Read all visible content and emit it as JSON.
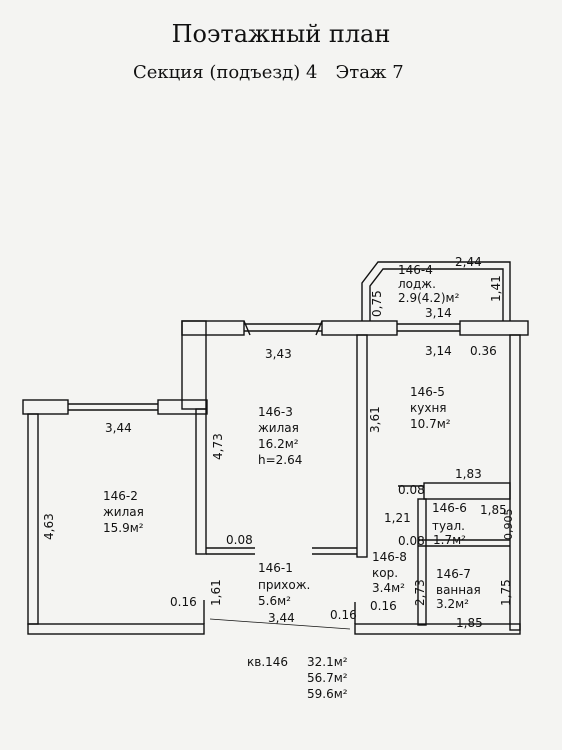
{
  "header": {
    "title": "Поэтажный план",
    "section": "Секция (подъезд) 4",
    "floor": "Этаж 7"
  },
  "rooms": {
    "r2": {
      "code": "146-2",
      "type": "жилая",
      "area": "15.9м²"
    },
    "r3": {
      "code": "146-3",
      "type": "жилая",
      "area": "16.2м²",
      "height": "h=2.64"
    },
    "r4": {
      "code": "146-4",
      "type": "лодж.",
      "area": "2.9(4.2)м²"
    },
    "r5": {
      "code": "146-5",
      "type": "кухня",
      "area": "10.7м²"
    },
    "r6": {
      "code": "146-6",
      "type": "туал.",
      "area": "1.7м²"
    },
    "r7": {
      "code": "146-7",
      "type": "ванная",
      "area": "3.2м²"
    },
    "r8": {
      "code": "146-8",
      "type": "кор.",
      "area": "3.4м²"
    },
    "r1": {
      "code": "146-1",
      "type": "прихож.",
      "area": "5.6м²"
    }
  },
  "dimensions": {
    "d344_top": "3,44",
    "d463": "4,63",
    "d343": "3,43",
    "d473": "4,73",
    "d361": "3,61",
    "d244": "2,44",
    "d141": "1,41",
    "d075": "0,75",
    "d314_a": "3,14",
    "d314_b": "3,14",
    "d036": "0.36",
    "d183": "1,83",
    "d008_a": "0.08",
    "d185_a": "1,85",
    "d121": "1,21",
    "d0905": "0,905",
    "d008_b": "0.08",
    "d008_c": "0.08",
    "d161": "1,61",
    "d016_a": "0.16",
    "d344_bot": "3,44",
    "d016_b": "0.16",
    "d016_c": "0.16",
    "d273": "2,73",
    "d175": "1,75",
    "d185_b": "1,85"
  },
  "summary": {
    "apt_label": "кв.146",
    "area1": "32.1м²",
    "area2": "56.7м²",
    "area3": "59.6м²"
  }
}
